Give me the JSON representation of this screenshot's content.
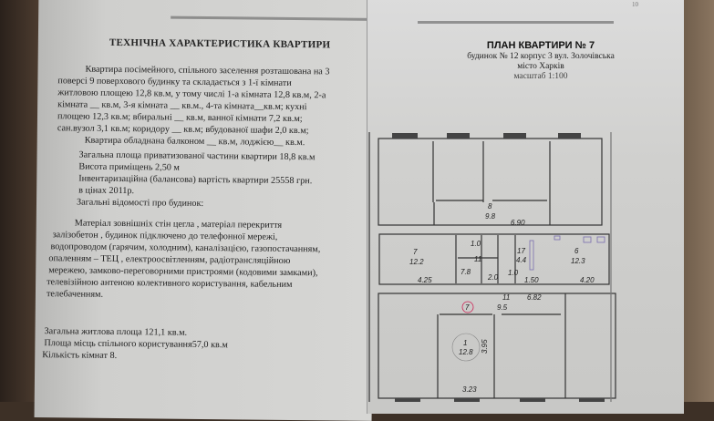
{
  "left_page": {
    "title": "ТЕХНІЧНА ХАРАКТЕРИСТИКА КВАРТИРИ",
    "para1": [
      "Квартира посімейного, спільного заселення розташована на 3",
      "поверсі 9 поверхового будинку та складається з 1-ї кімнати",
      "житловою площею 12,8 кв.м, у тому числі 1-а кімната 12,8 кв.м, 2-а",
      "кімната __ кв.м, 3-я кімната __ кв.м., 4-та кімната__кв.м; кухні",
      "площею 12,3 кв.м; вбиральні __ кв.м, ванної кімнати 7,2 кв.м;",
      "сан.вузол 3,1 кв.м; коридору __ кв.м; вбудованої шафи 2,0 кв.м;",
      "Квартира обладнана балконом __ кв.м, лоджією__ кв.м."
    ],
    "para2": [
      "Загальна площа приватизованої частини квартири 18,8 кв.м",
      "Висота приміщень 2,50 м",
      "Інвентаризаційна (балансова) вартість квартири 25558 грн.",
      "в цінах 2011р.",
      "Загальні відомості про будинок:"
    ],
    "para3": [
      "Матеріал зовнішніх стін цегла , матеріал перекриття",
      "залізобетон , будинок підключено до телефонної мережі,",
      "водопроводом (гарячим, холодним), каналізацією, газопостачанням,",
      "опаленням – ТЕЦ , електроосвітленням, радіотрансляційною",
      "мережею, замково-переговорними пристроями (кодовими замками),",
      "телевізійною антеною колективного користування, кабельним",
      "телебаченням."
    ],
    "para4": [
      "Загальна житлова площа 121,1 кв.м.",
      "Площа місць спільного користування57,0 кв.м",
      "Кількість кімнат 8."
    ]
  },
  "right_page": {
    "title": "ПЛАН КВАРТИРИ № 7",
    "address": "будинок № 12 корпус 3 вул. Золочівська",
    "city": "місто Харків",
    "scale": "масштаб 1:100",
    "page_number": "10",
    "plan_labels": {
      "r8": "8",
      "r8_area": "9.8",
      "d690": "6.90",
      "r7": "7",
      "r7_area": "12.2",
      "d425": "4.25",
      "r17": "17",
      "r17_area": "4.4",
      "d150": "1.50",
      "r6": "6",
      "r6_area": "12.3",
      "d420": "4.20",
      "r11": "11",
      "r11_area": "9.5",
      "d682": "6.82",
      "r1": "1",
      "r1_area": "12.8",
      "d395": "3.95",
      "d323": "3.23",
      "wc": "1.0",
      "bath": "11",
      "d78": "7.8",
      "d20": "2.0",
      "d10": "1.0",
      "mark": "7"
    }
  }
}
